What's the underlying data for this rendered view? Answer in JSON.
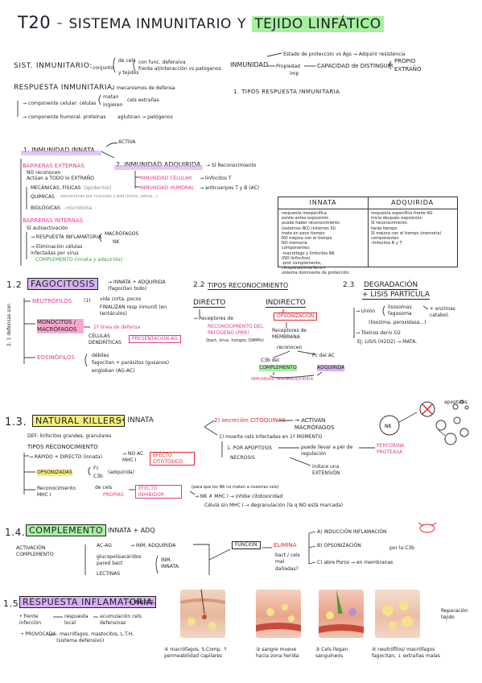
{
  "title": {
    "code": "T20",
    "dash": "-",
    "main": "SISTEMA INMUNITARIO",
    "y": "Y",
    "sub": "TEJIDO LINFÁTICO"
  },
  "intro": {
    "label": "SIST. INMUNITARIO:",
    "conjunto": "conjunto",
    "de_cels": "de cels",
    "y_tejidos": "y tejidos",
    "con_func": "con func. defensiva",
    "frente": "frente al/interacción vs patógenos",
    "inmunidad": "INMUNIDAD",
    "estado": "Estado de protección vs Ags → Adquirir resistencia",
    "propiedad": "Propiedad",
    "imp": "imp",
    "capacidad": "CAPACIDAD de DISTINGUIR",
    "propio": "PROPIO",
    "extrano": "EXTRAÑO",
    "respuesta": "RESPUESTA INMUNITARIA",
    "dos_mec": "2 mecanismos de defensa",
    "comp_cel": "→ componente celular: células",
    "comp_hum": "→ componente humoral: proteínas",
    "matan": "matan",
    "ingieren": "ingieren",
    "cels_extra": "cels extrañas",
    "aglutinan": "aglutinan → patógenos",
    "tipos_resp": "1. TIPOS RESPUESTA INMUNITARIA"
  },
  "innata_section": {
    "heading": "1. INMUNIDAD INNATA",
    "activa": "ACTIVA",
    "barreras_ext": "BARRERAS EXTERNAS",
    "no_reconocen": "NO reconocen",
    "actuan": "Actúan a TODO lo EXTRAÑO",
    "mecanicas": "MECÁNICAS, FÍSICAS",
    "epidermis": "(epidermis)",
    "quimicas": "QUÍMICAS",
    "quimicas_note": "-secreciones por mucosas y piel (moco, saliva...)",
    "biologicas": "BIOLÓGICAS",
    "microbiota": "-microbiota",
    "barreras_int": "BARRERAS INTERNAS",
    "si_autoactivan": "SÍ autoactivación",
    "resp_inflam": "→ RESPUESTA INFLAMATORIA",
    "macrofagos": "MACRÓFAGOS",
    "nk": "NK",
    "eliminacion": "→ Eliminación células infectadas por virus",
    "complemento": "COMPLEMENTO (innata y adquirida)",
    "adquirida_heading": "2. INMUNIDAD ADQUIRIDA",
    "si_reconocimiento": "→ SÍ Reconocimiento",
    "celular": "INMUNIDAD CELULAR",
    "linfocitos_t": "→ linfocitos T",
    "humoral": "INMUNIDAD HUMORAL",
    "anticuerpos": "→ anticuerpos T y B (AC)"
  },
  "table": {
    "col1_header": "INNATA",
    "col2_header": "ADQUIRIDA",
    "col1_lines": [
      "respuesta inespecífica",
      "existe antes exposición",
      "puede haber reconocimiento",
      "(externos NO) (internos SI)",
      "mata en poco tiempo",
      "NO mejora con el tiempo",
      "NO memoria",
      "componentes:",
      "-macrófago y linfocitos NK",
      "(NO linfocitos)",
      "-prot complemento,",
      "citoquinas(interferón)",
      "sistema dominante de protección"
    ],
    "col2_lines": [
      "respuesta específica frente AG",
      "inicia después exposición",
      "SÍ reconocimiento",
      "tarda tiempo",
      "SÍ mejora con el tiempo (memoria)",
      "componentes:",
      "-linfocitos B y T"
    ]
  },
  "fagocitosis": {
    "number": "1.2",
    "heading": "FAGOCITOSIS",
    "arrow": "→ INNATA + ADQUIRIDA (fagocitan todo)",
    "side": "2. 1 defensas son",
    "neutrofilos": "NEUTRÓFILOS",
    "n1": "(1)",
    "vida_corta": "vida corta, pocos",
    "finalizan": "FINALIZAN resp inmunit (en tentáculos)",
    "monocitos": "MONOCITOS / MACRÓFAGOS",
    "linea": "1ª línea de defensa",
    "celulas": "CÉLULAS DENDRÍTICAS",
    "presentacion": "PRESENTACIÓN AG",
    "eosinofilos": "EOSINÓFILOS",
    "debiles": "débiles",
    "fagocitan": "fagocitan + parásitos (gusanos)",
    "engloban": "engloban (AG-AC)",
    "reconoc_number": "2.2",
    "reconoc_heading": "TIPOS RECONOCIMIENTO",
    "directo": "DIRECTO",
    "indirecto": "INDIRECTO",
    "receptores": "→ Receptores de",
    "reconoc_pat": "RECONOCIMIENTO DEL PATÓGENO (PRR)",
    "bacterias": "(bact, virus, hongos, DAMPs)",
    "opsonizacion": "OPSONIZACIÓN",
    "receptores2": "Receptores de MEMBRANA",
    "reconocen": "reconocen",
    "c3b": "C3b del",
    "complemento2": "COMPLEMENTO",
    "fc": "Fc del AC",
    "adquirida": "ADQUIRIDA",
    "inm_innata": "INMUNIDAD INNATA",
    "y_adquirida": "Y ADQUIRIDA",
    "deg_number": "2.3",
    "degradacion": "DEGRADACIÓN",
    "lisis": "+ LISIS PARTÍCULA",
    "union": "→ Unión",
    "lisosomas": "lisosomas fagosoma",
    "enzimas": "+ enzimas catabol.",
    "lisozima": "(lisozima, peroxidasa...)",
    "toxicos": "→ Tóxicos deriv O2",
    "h2o2": "Ej: LISIS (H2O2) → MATA."
  },
  "nk": {
    "number": "1.3.",
    "heading": "NATURAL KILLERS",
    "arrow": "→ INNATA",
    "def": "DEF: linfocitos grandes, granulares",
    "tipos": "TIPOS RECONOCIMIENTO",
    "rapido": "→ RÁPIDO + DIRECTO (innata)",
    "no_ac": "→ NO AC MHC I",
    "efecto": "EFECTO CITOTÓXICO",
    "opsonizadas": "OPSONIZADAS",
    "fc": "Fc",
    "c3b": "C3b",
    "adquirida": "(adquirida)",
    "reconoc_mhc": "Reconocimiento MHC I",
    "de_cels": "de cels",
    "propias": "PROPIAS",
    "efecto_inh": "EFECTO INHIBIDOR",
    "para_que": "(para que los NK no maten a nuestras cels)",
    "mhc_line": "→ NK ✗ MHC I → inhibe citotoxicidad",
    "celula_sin": "Célula sin MHC I → degranulación (la q NO está marcada)",
    "secrecion": "2) secreción CITOQUINAS",
    "activan": "→ ACTIVAN MACRÓFAGOS",
    "muerte": "1) muerte cels infectadas en 1º MOMENTO",
    "por_apoptosis": "1. POR APOPTOSIS",
    "necrosis": "NECROSIS",
    "puede_llevar": "puede llevar a pér de regulación",
    "perforina": "PERFORINA PROTEASA",
    "induce": "induce una EXTENSIÓN",
    "apoptosis": "apoptosis"
  },
  "complemento": {
    "number": "1.4.",
    "heading": "COMPLEMENTO",
    "arrow": "INNATA + ADQ",
    "activacion": "ACTIVACIÓN COMPLEMENTO",
    "c1": "AC-AG",
    "c1_arrow": "→ INM. ADQUIRIDA",
    "c2": "glucopolisacáridos pared bact",
    "c3": "LECTINAS",
    "inm_innata": "INM. INNATA.",
    "funcion": "FUNCIÓN",
    "elimina": "ELIMINA",
    "bact": "bact / cels mal",
    "dano": "dañadas?",
    "a": "A) INDUCCIÓN INFLAMACIÓN",
    "b": "B) OPSONIZACIÓN",
    "por_c3b": "por la C3b",
    "c": "C) abre Poros → en membranas"
  },
  "inflamatoria": {
    "number": "1.5",
    "heading": "RESPUESTA INFLAMATORIA",
    "arrow": "→ INNATA.",
    "frente": "• frente infección",
    "respuesta": "respuesta local",
    "acumulacion": "acumulación cels defensivas",
    "provocada": "• PROVOCADA",
    "por": "- macrófagos, mastocitos, L.T.H. (sistema defensivo)",
    "fig1": "④ macrófagos, S.Comp. ↑ permeabilidad capilares",
    "fig2": "② sangre mueve hacia zona herida",
    "fig3": "③ Cels llegan sanguíneos",
    "fig4": "④ neutrófilos/ macrófagos fagocitan, ↓ extrañas malas",
    "reparacion": "Reparación tejido"
  }
}
